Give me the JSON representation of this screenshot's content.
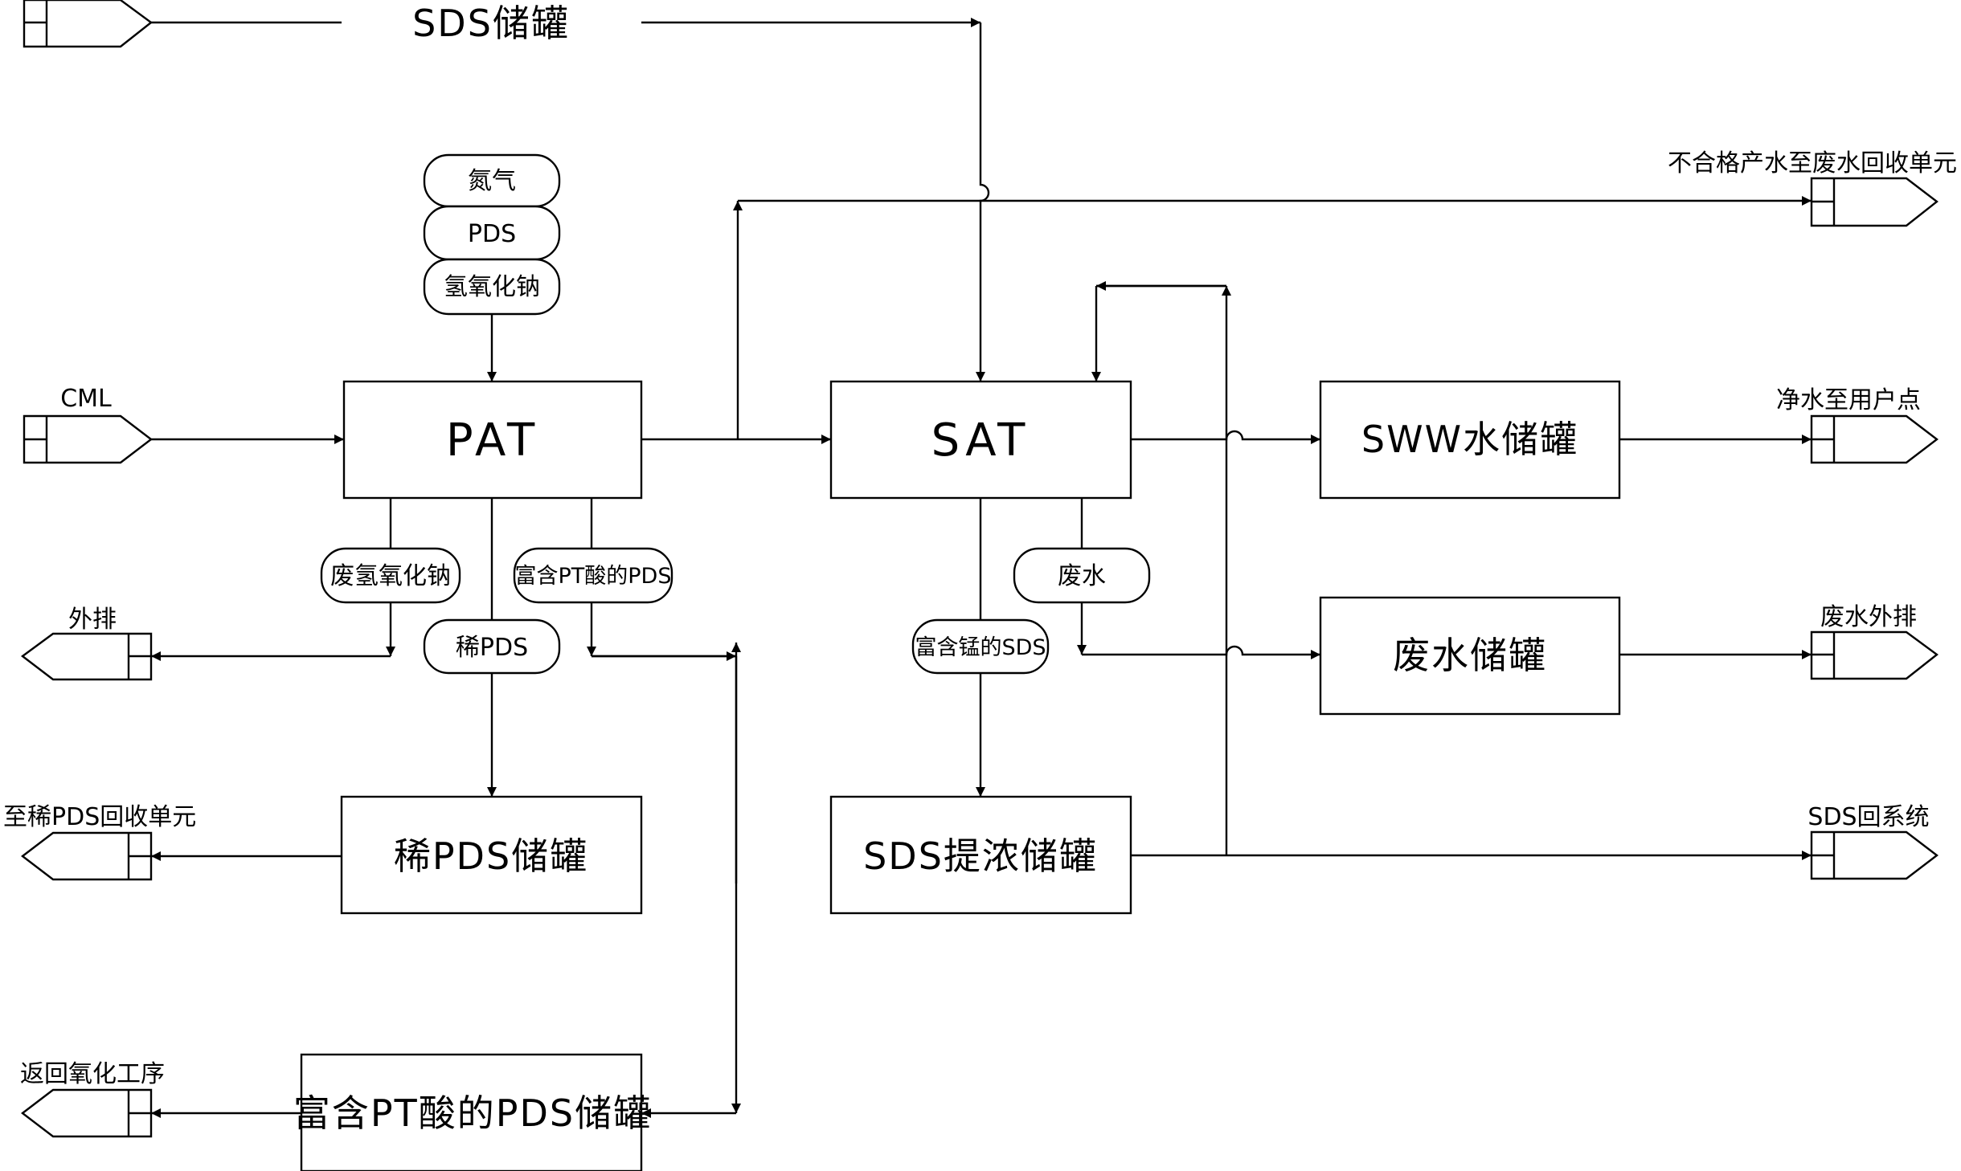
{
  "inputs": {
    "sds_tank_top": "SDS储罐",
    "cml": "CML"
  },
  "pills": {
    "nitrogen": "氮气",
    "pds": "PDS",
    "naoh": "氢氧化钠",
    "waste_naoh": "废氢氧化钠",
    "pt_rich_pds": "富含PT酸的PDS",
    "dilute_pds": "稀PDS",
    "waste_water": "废水",
    "mn_rich_sds": "富含锰的SDS"
  },
  "units": {
    "pat": "PAT",
    "sat": "SAT",
    "sww_tank": "SWW水储罐",
    "waste_water_tank": "废水储罐",
    "dilute_pds_tank": "稀PDS储罐",
    "sds_conc_tank": "SDS提浓储罐",
    "pt_pds_tank": "富含PT酸的PDS储罐"
  },
  "outputs": {
    "offspec_water": "不合格产水至废水回收单元",
    "clean_water": "净水至用户点",
    "discharge": "外排",
    "waste_discharge": "废水外排",
    "to_dilute_recovery": "至稀PDS回收单元",
    "sds_return": "SDS回系统",
    "back_to_oxidation": "返回氧化工序"
  }
}
